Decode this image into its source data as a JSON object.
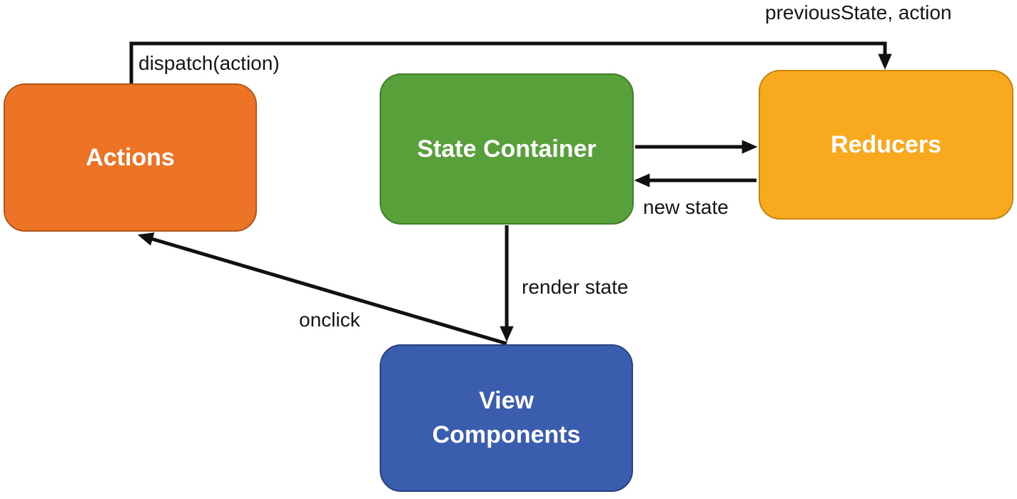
{
  "diagram": {
    "type": "flow-diagram",
    "subject": "Redux state management data flow",
    "arrow_color": "#111111",
    "background_color": "#ffffff",
    "nodes": [
      {
        "id": "actions",
        "label": "Actions",
        "color": "#ED7327"
      },
      {
        "id": "state-container",
        "label": "State Container",
        "color": "#58A03A"
      },
      {
        "id": "reducers",
        "label": "Reducers",
        "color": "#F8A91E"
      },
      {
        "id": "view-components",
        "label": "View Components",
        "color": "#3B5DAD"
      }
    ],
    "edges": [
      {
        "from": "Actions",
        "to": "Reducers",
        "labels": [
          "dispatch(action)",
          "previousState, action"
        ]
      },
      {
        "from": "State Container",
        "to": "Reducers",
        "label": ""
      },
      {
        "from": "Reducers",
        "to": "State Container",
        "label": "new state"
      },
      {
        "from": "State Container",
        "to": "View Components",
        "label": "render state"
      },
      {
        "from": "View Components",
        "to": "Actions",
        "label": "onclick"
      }
    ]
  }
}
